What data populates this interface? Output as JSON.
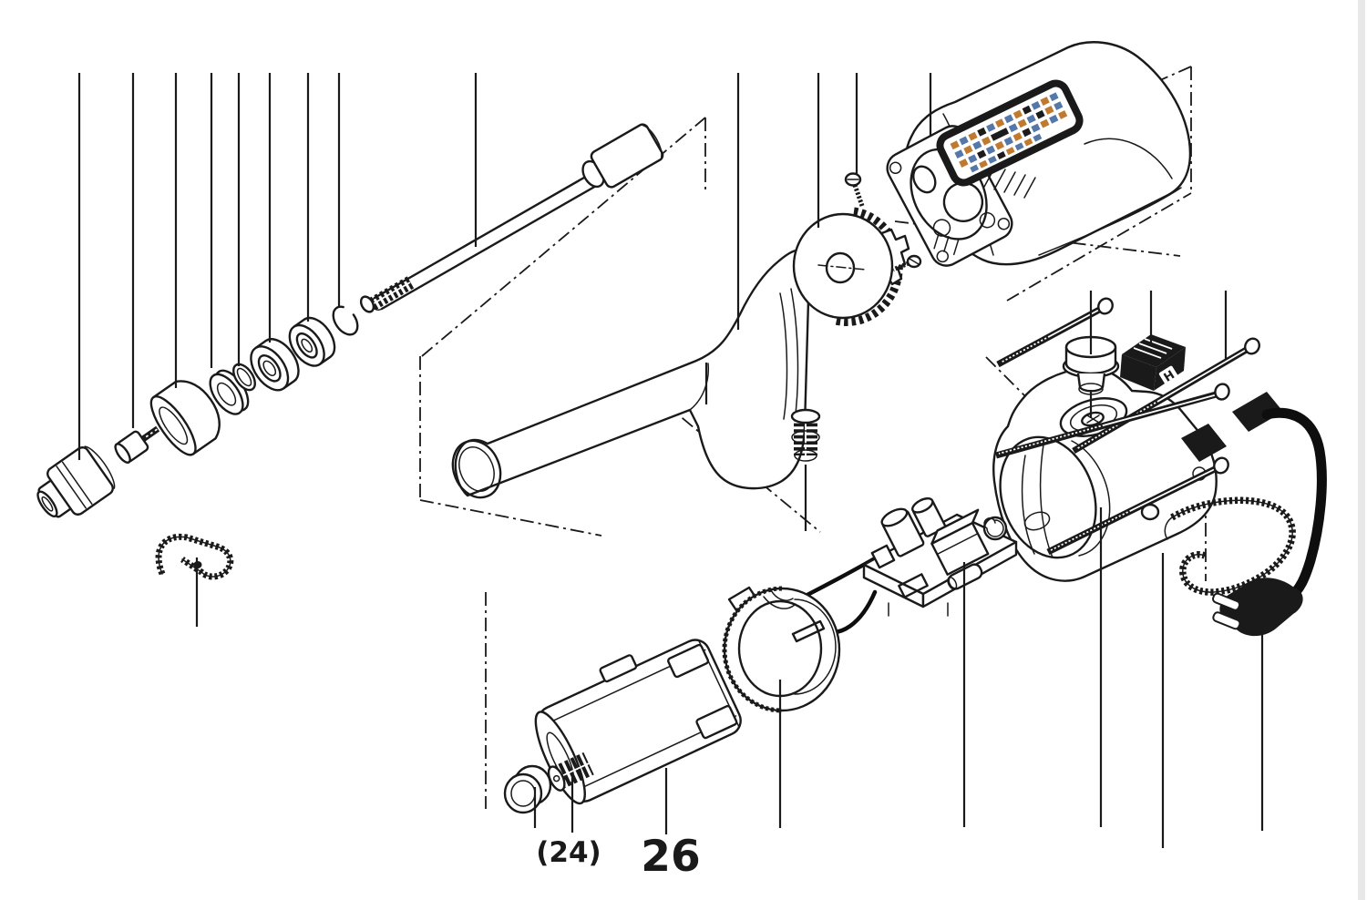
{
  "page": {
    "background": "#ffffff",
    "edge_strip_color": "#e8e8e8"
  },
  "diagram": {
    "kind": "exploded-parts-diagram",
    "subject": "Flexible-shaft rotary grinder exploded parts view",
    "colors": {
      "line": "#1a1a1a",
      "cord": "#0e0e0e",
      "sticker_orange": "#bf7a30",
      "sticker_blue": "#5578a8",
      "sticker_dark": "#1c1c1c"
    },
    "switch_marking": "H",
    "callouts": [
      {
        "text": "(24)"
      },
      {
        "text": "26"
      }
    ]
  }
}
